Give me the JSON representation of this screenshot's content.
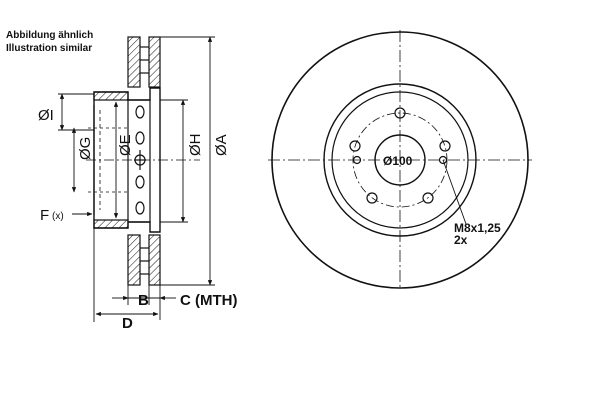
{
  "caption": {
    "line1": "Abbildung ähnlich",
    "line2": "Illustration similar"
  },
  "side_view": {
    "labels": {
      "i": "ØI",
      "g": "ØG",
      "e": "ØE",
      "h": "ØH",
      "a": "ØA",
      "f": "F",
      "f_sub": "(x)",
      "b": "B",
      "c": "C (MTH)",
      "d": "D"
    }
  },
  "front_view": {
    "bolt_circle_label": "Ø100",
    "thread_label": "M8x1,25",
    "thread_count": "2x"
  },
  "colors": {
    "line": "#111111",
    "hatch": "#111111",
    "background": "#ffffff"
  }
}
